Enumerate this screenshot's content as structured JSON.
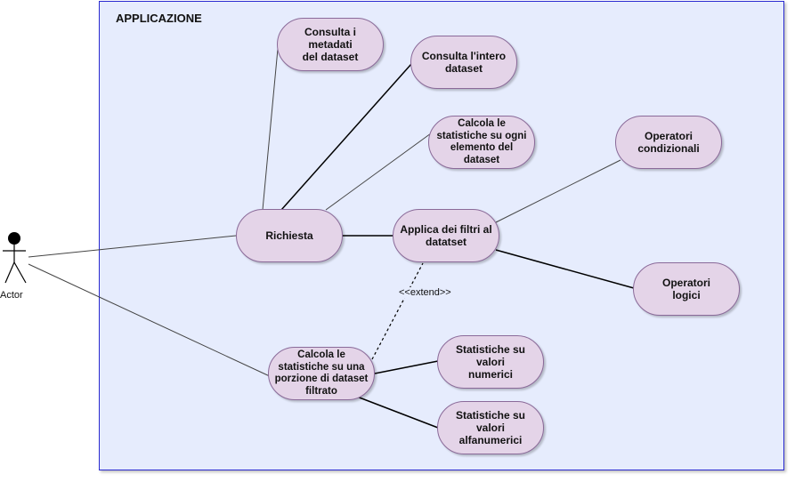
{
  "system": {
    "title": "APPLICAZIONE"
  },
  "actor": {
    "label": "Actor"
  },
  "use_cases": {
    "metadata": "Consulta i metadati\ndel dataset",
    "full_dataset": "Consulta l'intero\ndataset",
    "stats_each": "Calcola le\nstatistiche su ogni\nelemento del\ndataset",
    "conditional": "Operatori\ncondizionali",
    "request": "Richiesta",
    "filters": "Applica dei filtri al\ndatatset",
    "logical": "Operatori\nlogici",
    "stats_portion": "Calcola le\nstatistiche su una\nporzione di dataset\nfiltrato",
    "numeric": "Statistiche su valori\nnumerici",
    "alphanumeric": "Statistiche su valori\nalfanumerici"
  },
  "relations": {
    "extend_label": "<<extend>>"
  },
  "colors": {
    "system_fill": "#e6ecfd",
    "system_border": "#2a2ad0",
    "usecase_fill": "#e4d4e8",
    "usecase_border": "#8a6a99"
  }
}
